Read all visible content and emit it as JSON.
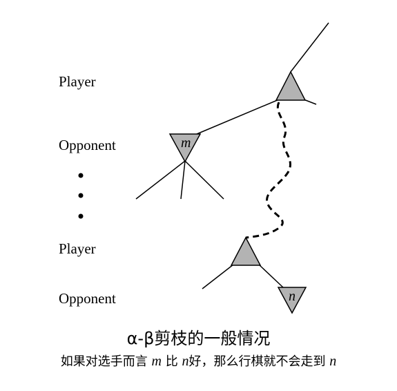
{
  "levels": {
    "player_1": "Player",
    "opponent_1": "Opponent",
    "player_2": "Player",
    "opponent_2": "Opponent"
  },
  "nodes": {
    "m_label": "m",
    "n_label": "n"
  },
  "caption": {
    "title": "α-β剪枝的一般情况",
    "note_part1": "如果对选手而言",
    "note_m": "m",
    "note_part2": "比",
    "note_n1": "n",
    "note_part3": "好，那么行棋就不会走到",
    "note_n2": "n"
  },
  "colors": {
    "node_fill": "#b3b3b3",
    "line": "#000000"
  },
  "ellipsis_dot_count": 3
}
